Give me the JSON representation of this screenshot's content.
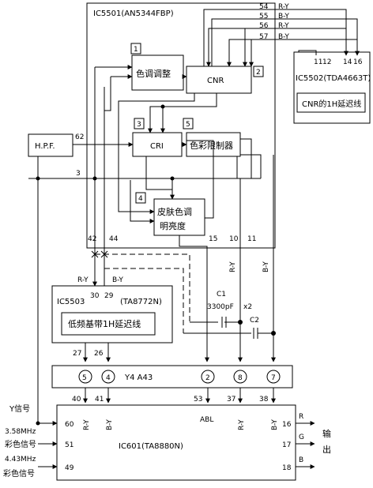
{
  "ics": {
    "ic5501": "IC5501(AN5344FBP)",
    "ic5502": "IC5502(TDA4663T)",
    "ic5502_desc": "CNR的1H延迟线",
    "ic5503": "IC5503",
    "ic5503_part": "(TA8772N)",
    "ic5503_desc": "低频基带1H延迟线",
    "y4": "Y4   A43",
    "ic601": "IC601(TA8880N)"
  },
  "blocks": {
    "hpf": "H.P.F.",
    "color_adjust": "色调调整",
    "cnr": "CNR",
    "cri": "CRI",
    "color_limiter": "色彩限制器",
    "skin_line1": "皮肤色调",
    "skin_line2": "明亮度",
    "badge_1": "1",
    "badge_2": "2",
    "badge_3": "3",
    "badge_4": "4",
    "badge_5": "5"
  },
  "pins": {
    "p54": "54",
    "p55": "55",
    "p56": "56",
    "p57": "57",
    "p62": "62",
    "p3": "3",
    "p42": "42",
    "p44": "44",
    "p15": "15",
    "p10": "10",
    "p11": "11",
    "p11b": "11",
    "p12": "12",
    "p14": "14",
    "p16": "16",
    "p30": "30",
    "p29": "29",
    "p27": "27",
    "p26": "26",
    "c5": "5",
    "c4": "4",
    "c2": "2",
    "c8": "8",
    "c7": "7",
    "p40": "40",
    "p41": "41",
    "p53": "53",
    "p37": "37",
    "p38": "38",
    "p60": "60",
    "p51": "51",
    "p49": "49",
    "p16b": "16",
    "p17": "17",
    "p18": "18"
  },
  "signals": {
    "ry": "R-Y",
    "by": "B-Y",
    "abl": "ABL",
    "r": "R",
    "g": "G",
    "b": "B",
    "y_signal": "Y信号",
    "mhz358": "3.58MHz",
    "mhz443": "4.43MHz",
    "color_signal": "彩色信号",
    "output_1": "输",
    "output_2": "出"
  },
  "caps": {
    "c1": "C1",
    "c1_value": "3300pF",
    "x2": "x2",
    "c2": "C2"
  }
}
